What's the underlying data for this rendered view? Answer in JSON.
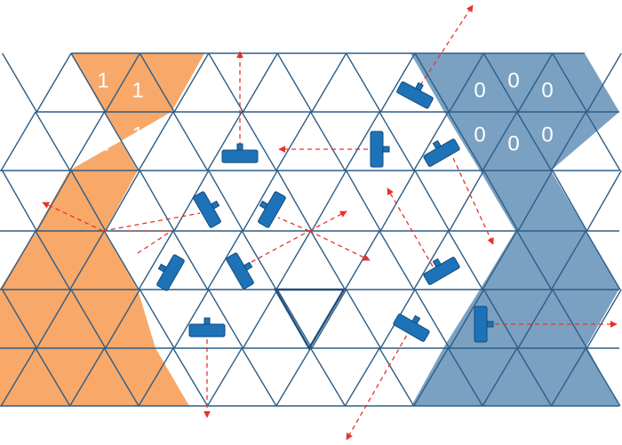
{
  "colors": {
    "left_region": "#f8a868",
    "right_region": "#7aa1c2",
    "grid_line": "#2e5d86",
    "device": "#1e73b8",
    "device_edge": "#114a7a",
    "laser": "#e8322a",
    "background": "#ffffff"
  },
  "left_labels": [
    "1",
    "1",
    "1",
    "1",
    "1",
    "1"
  ],
  "right_labels": [
    "0",
    "0",
    "0",
    "0",
    "0",
    "0"
  ],
  "devices": [
    {
      "name": "device-1"
    },
    {
      "name": "device-2"
    },
    {
      "name": "device-3"
    },
    {
      "name": "device-4"
    },
    {
      "name": "device-5"
    },
    {
      "name": "device-6"
    },
    {
      "name": "device-7"
    },
    {
      "name": "device-8"
    },
    {
      "name": "device-9"
    },
    {
      "name": "device-10"
    },
    {
      "name": "device-11"
    },
    {
      "name": "device-12"
    }
  ]
}
